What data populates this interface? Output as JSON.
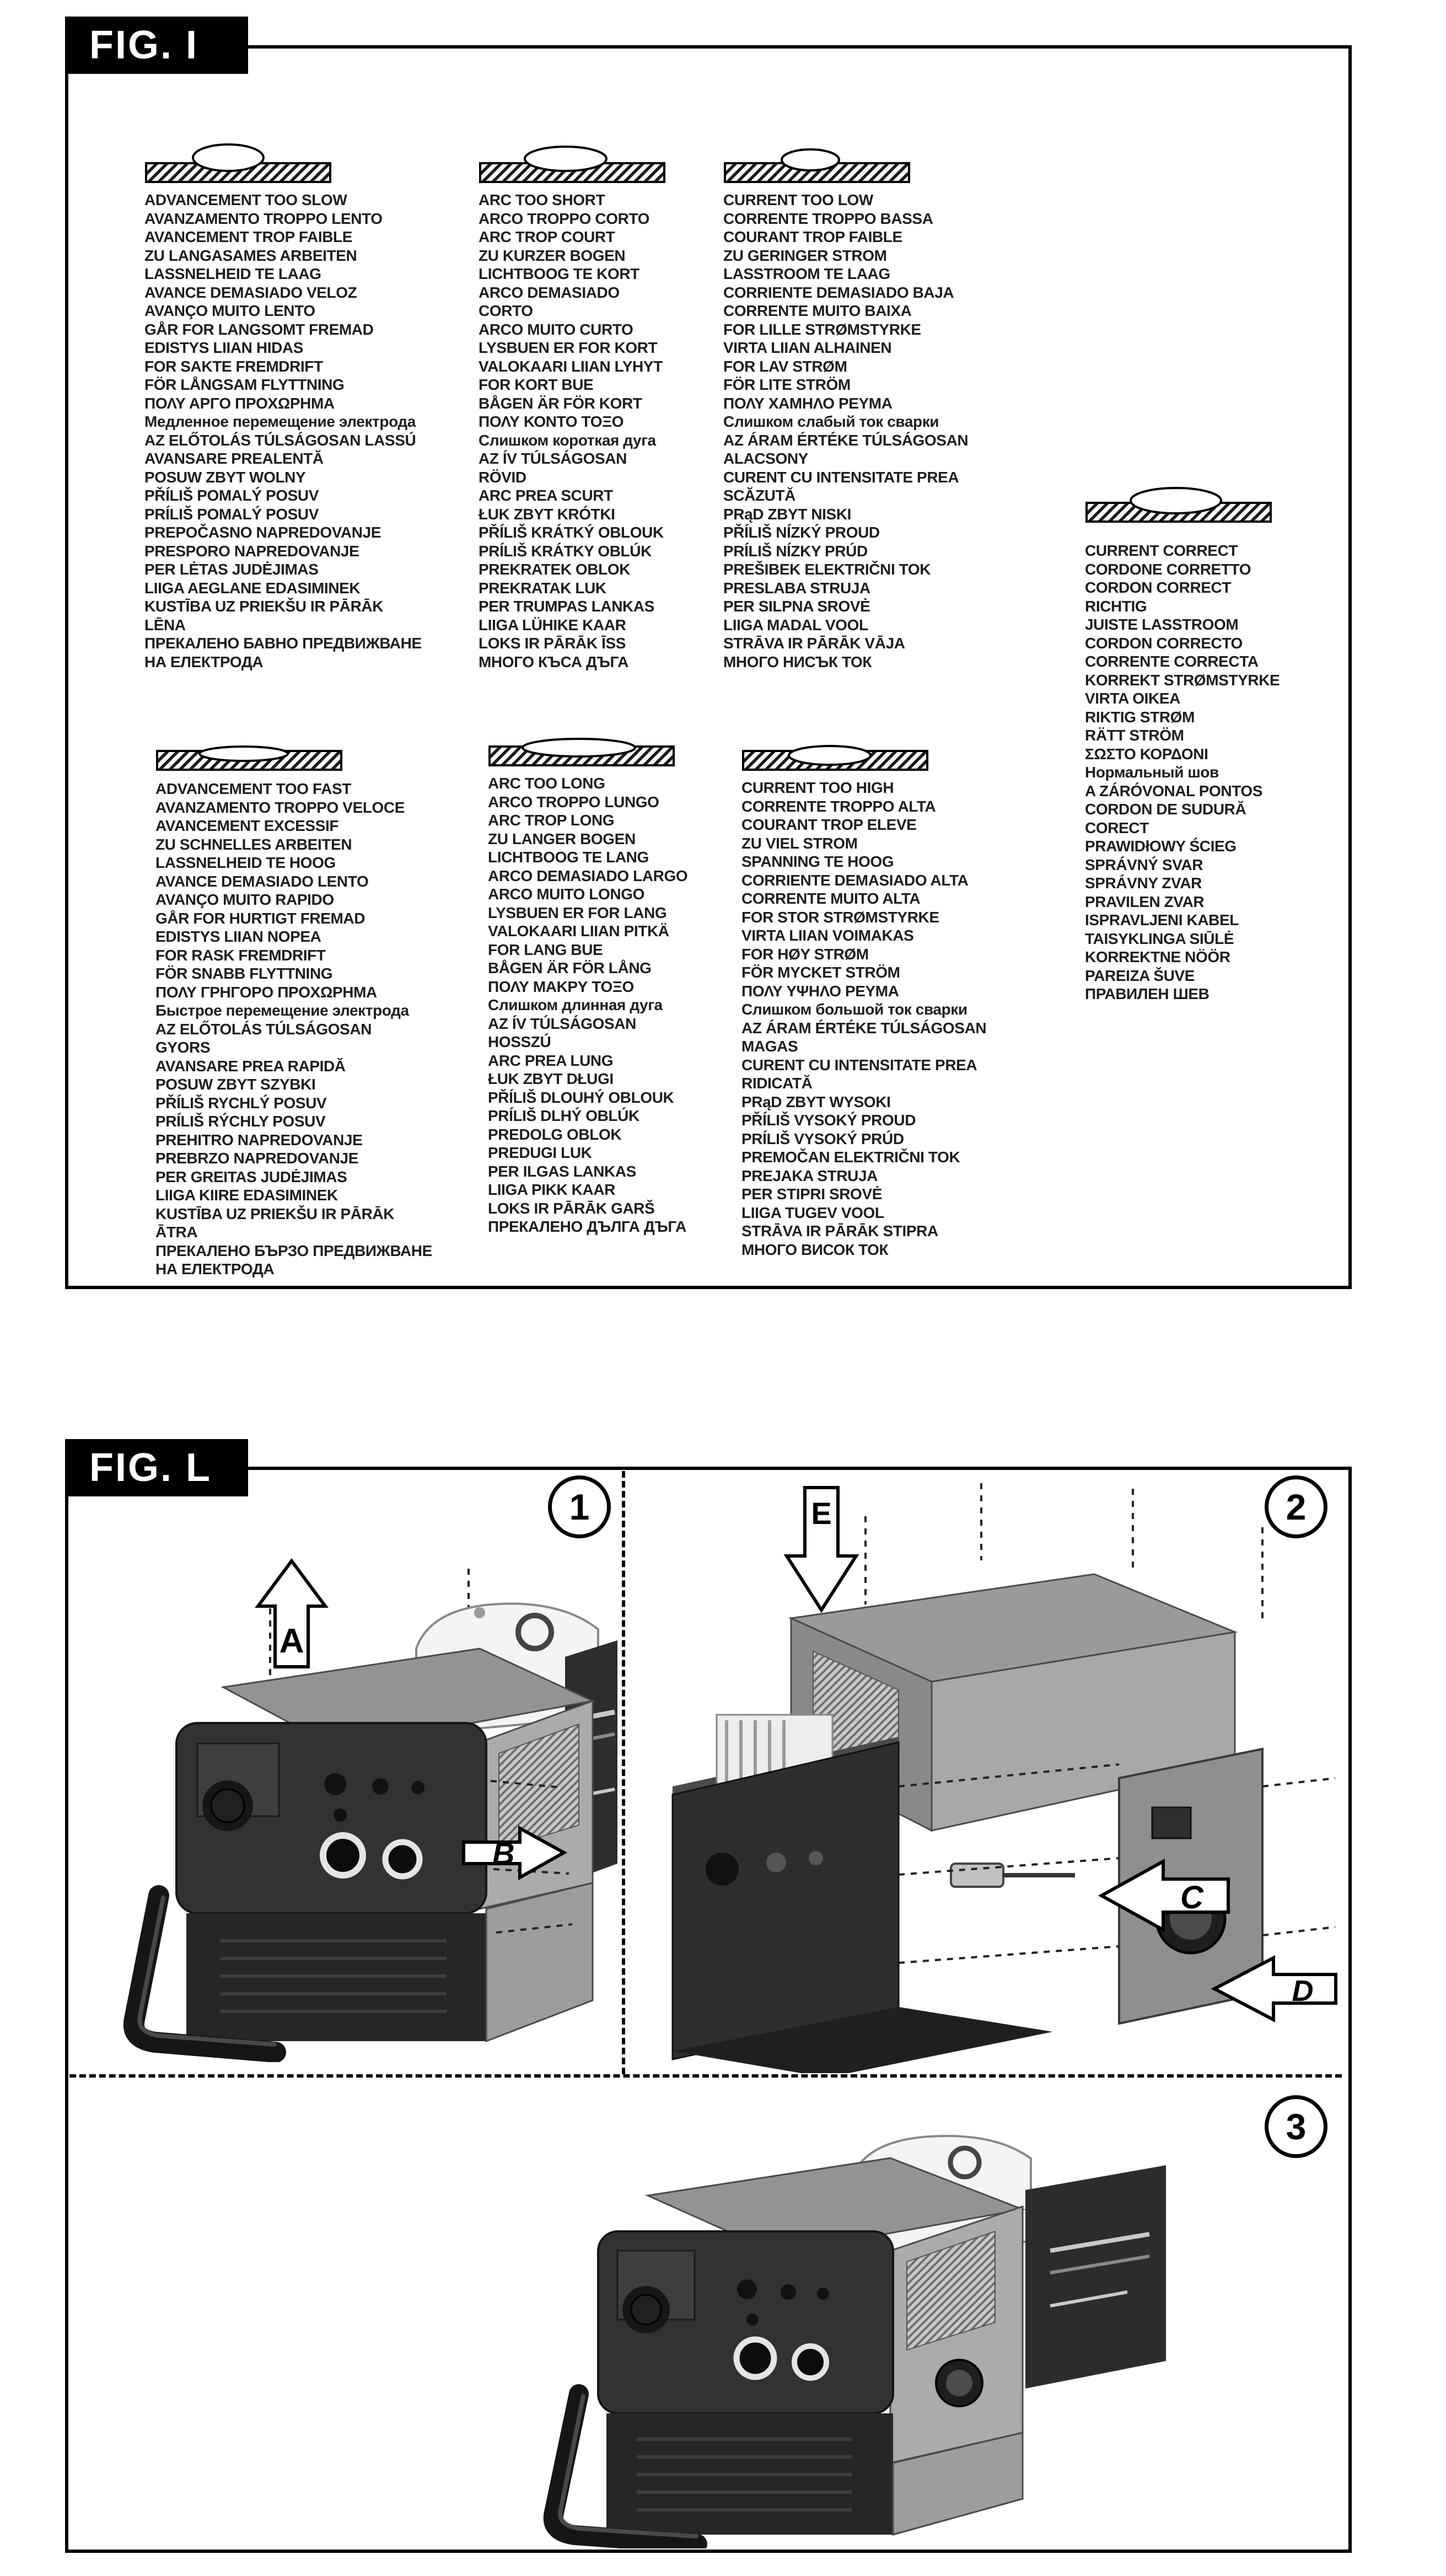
{
  "fig_i": {
    "label": "FIG. I",
    "sections": [
      {
        "id": "advancement-too-slow",
        "icon": "weld-bead-tall-bump-icon",
        "lines": [
          "ADVANCEMENT TOO SLOW",
          "AVANZAMENTO TROPPO LENTO",
          "AVANCEMENT TROP FAIBLE",
          "ZU LANGASAMES ARBEITEN",
          "LASSNELHEID TE LAAG",
          "AVANCE DEMASIADO VELOZ",
          "AVANÇO MUITO LENTO",
          "GÅR FOR LANGSOMT FREMAD",
          "EDISTYS LIIAN HIDAS",
          "FOR SAKTE FREMDRIFT",
          "FÖR LÅNGSAM FLYTTNING",
          "ΠΟΛΥ ΑΡΓΟ ΠΡΟΧΩΡΗΜΑ",
          "Медленное перемещение электрода",
          "AZ ELŐTOLÁS TÚLSÁGOSAN LASSÚ",
          "AVANSARE PREALENTĂ",
          "POSUW ZBYT WOLNY",
          "PŘÍLIŠ POMALÝ POSUV",
          "PRÍLIŠ POMALÝ POSUV",
          "PREPOČASNO NAPREDOVANJE",
          "PRESPORO NAPREDOVANJE",
          "PER LĖTAS JUDĖJIMAS",
          "LIIGA AEGLANE EDASIMINEK",
          "KUSTĪBA UZ PRIEKŠU IR PĀRĀK",
          "LĒNA",
          "ПРЕКАЛЕНО БАВНО ПРЕДВИЖВАНЕ",
          "НА ЕЛЕКТРОДА"
        ]
      },
      {
        "id": "arc-too-short",
        "icon": "weld-bead-round-bump-icon",
        "lines": [
          "ARC TOO SHORT",
          "ARCO TROPPO CORTO",
          "ARC TROP COURT",
          "ZU KURZER BOGEN",
          "LICHTBOOG TE KORT",
          "ARCO DEMASIADO",
          "CORTO",
          "ARCO MUITO CURTO",
          "LYSBUEN ER FOR KORT",
          "VALOKAARI LIIAN LYHYT",
          "FOR KORT BUE",
          "BÅGEN ÄR FÖR KORT",
          "ΠΟΛΥ ΚΟΝΤΟ ΤΟΞΟ",
          "Слишком короткая дуга",
          "AZ ÍV TÚLSÁGOSAN",
          "RÖVID",
          "ARC PREA SCURT",
          "ŁUK ZBYT KRÓTKI",
          "PŘÍLIŠ KRÁTKÝ OBLOUK",
          "PRÍLIŠ KRÁTKY OBLÚK",
          "PREKRATEK OBLOK",
          "PREKRATAK LUK",
          "PER TRUMPAS LANKAS",
          "LIIGA LÜHIKE KAAR",
          "LOKS IR PĀRĀK ĪSS",
          "МНОГО КЪСА ДЪГА"
        ]
      },
      {
        "id": "current-too-low",
        "icon": "weld-bead-small-bump-icon",
        "lines": [
          "CURRENT TOO LOW",
          "CORRENTE TROPPO BASSA",
          "COURANT TROP FAIBLE",
          "ZU GERINGER STROM",
          "LASSTROOM TE LAAG",
          "CORRIENTE DEMASIADO BAJA",
          "CORRENTE MUITO BAIXA",
          "FOR LILLE STRØMSTYRKE",
          "VIRTA LIIAN ALHAINEN",
          "FOR LAV STRØM",
          "FÖR LITE STRÖM",
          "ΠΟΛΥ ΧΑΜΗΛΟ ΡΕΥΜΑ",
          "Слишком слабый ток сварки",
          "AZ ÁRAM ÉRTÉKE TÚLSÁGOSAN",
          "ALACSONY",
          "CURENT CU INTENSITATE PREA",
          "SCĂZUTĂ",
          "PRąD ZBYT NISKI",
          "PŘÍLIŠ NÍZKÝ PROUD",
          "PRÍLIŠ NÍZKY PRÚD",
          "PREŠIBEK ELEKTRIČNI TOK",
          "PRESLABA STRUJA",
          "PER SILPNA SROVĖ",
          "LIIGA MADAL VOOL",
          "STRĀVA IR PĀRĀK VĀJA",
          "МНОГО НИСЪК ТОК"
        ]
      },
      {
        "id": "current-correct",
        "icon": "weld-bead-correct-icon",
        "lines": [
          "CURRENT CORRECT",
          "CORDONE CORRETTO",
          "CORDON CORRECT",
          "RICHTIG",
          "JUISTE LASSTROOM",
          "CORDON CORRECTO",
          "CORRENTE CORRECTA",
          "KORREKT STRØMSTYRKE",
          "VIRTA OIKEA",
          "RIKTIG STRØM",
          "RÄTT STRÖM",
          "ΣΩΣΤΟ ΚΟΡΔΟΝΙ",
          "Нормальный шов",
          "A ZÁRÓVONAL PONTOS",
          "CORDON DE SUDURĂ",
          "CORECT",
          "PRAWIDłOWY ŚCIEG",
          "SPRÁVNÝ SVAR",
          "SPRÁVNY ZVAR",
          "PRAVILEN ZVAR",
          "ISPRAVLJENI KABEL",
          "TAISYKLINGA SIŪLĖ",
          "KORREKTNE NÖÖR",
          "PAREIZA ŠUVE",
          "ПРАВИЛЕН ШЕВ"
        ]
      },
      {
        "id": "advancement-too-fast",
        "icon": "weld-bead-thin-shallow-icon",
        "lines": [
          "ADVANCEMENT TOO FAST",
          "AVANZAMENTO TROPPO VELOCE",
          "AVANCEMENT EXCESSIF",
          "ZU SCHNELLES ARBEITEN",
          "LASSNELHEID TE HOOG",
          "AVANCE DEMASIADO LENTO",
          "AVANÇO MUITO RAPIDO",
          "GÅR FOR HURTIGT FREMAD",
          "EDISTYS LIIAN NOPEA",
          "FOR RASK FREMDRIFT",
          "FÖR SNABB FLYTTNING",
          "ΠΟΛΥ ΓΡΗΓΟΡΟ ΠΡΟΧΩΡΗΜΑ",
          "Быстрое перемещение электрода",
          "AZ ELŐTOLÁS TÚLSÁGOSAN",
          "GYORS",
          "AVANSARE PREA RAPIDĂ",
          "POSUW ZBYT SZYBKI",
          "PŘÍLIŠ RYCHLÝ POSUV",
          "PRÍLIŠ RÝCHLY POSUV",
          "PREHITRO NAPREDOVANJE",
          "PREBRZO NAPREDOVANJE",
          "PER GREITAS JUDĖJIMAS",
          "LIIGA KIIRE EDASIMINEK",
          "KUSTĪBA UZ PRIEKŠU IR PĀRĀK",
          "ĀTRA",
          "ПРЕКАЛЕНО БЪРЗО ПРЕДВИЖВАНЕ",
          "НА ЕЛЕКТРОДА"
        ]
      },
      {
        "id": "arc-too-long",
        "icon": "weld-bead-wide-flat-icon",
        "lines": [
          "ARC TOO LONG",
          "ARCO TROPPO LUNGO",
          "ARC TROP LONG",
          "ZU LANGER BOGEN",
          "LICHTBOOG TE LANG",
          "ARCO DEMASIADO LARGO",
          "ARCO MUITO LONGO",
          "LYSBUEN ER FOR LANG",
          "VALOKAARI LIIAN PITKÄ",
          "FOR LANG BUE",
          "BÅGEN ÄR FÖR LÅNG",
          "ΠΟΛΥ ΜΑΚΡΥ ΤΟΞΟ",
          "Слишком длинная дуга",
          "AZ ÍV TÚLSÁGOSAN",
          "HOSSZÚ",
          "ARC PREA LUNG",
          "ŁUK ZBYT DŁUGI",
          "PŘÍLIŠ DLOUHÝ OBLOUK",
          "PRÍLIŠ DLHÝ OBLÚK",
          "PREDOLG OBLOK",
          "PREDUGI LUK",
          "PER ILGAS LANKAS",
          "LIIGA PIKK KAAR",
          "LOKS IR PĀRĀK GARŠ",
          "ПРЕКАЛЕНО ДЪЛГА ДЪГА"
        ]
      },
      {
        "id": "current-too-high",
        "icon": "weld-bead-sunken-icon",
        "lines": [
          "CURRENT TOO HIGH",
          "CORRENTE TROPPO ALTA",
          "COURANT TROP ELEVE",
          "ZU VIEL STROM",
          "SPANNING TE HOOG",
          "CORRIENTE DEMASIADO ALTA",
          "CORRENTE MUITO ALTA",
          "FOR STOR STRØMSTYRKE",
          "VIRTA LIIAN VOIMAKAS",
          "FOR HØY STRØM",
          "FÖR MYCKET STRÖM",
          "ΠΟΛΥ ΥΨΗΛΟ ΡΕΥΜΑ",
          "Слишком большой ток сварки",
          "AZ ÁRAM ÉRTÉKE TÚLSÁGOSAN",
          "MAGAS",
          "CURENT CU INTENSITATE PREA",
          "RIDICATĂ",
          "PRąD ZBYT WYSOKI",
          "PŘÍLIŠ VYSOKÝ PROUD",
          "PRÍLIŠ VYSOKÝ PRÚD",
          "PREMOČAN ELEKTRIČNI TOK",
          "PREJAKA STRUJA",
          "PER STIPRI SROVĖ",
          "LIIGA TUGEV VOOL",
          "STRĀVA IR PĀRĀK STIPRA",
          "МНОГО ВИСОК ТОК"
        ]
      }
    ]
  },
  "fig_l": {
    "label": "FIG. L",
    "panel_numbers": [
      "1",
      "2",
      "3"
    ],
    "arrow_labels": {
      "a": "A",
      "b": "B",
      "c": "C",
      "d": "D",
      "e": "E"
    }
  }
}
